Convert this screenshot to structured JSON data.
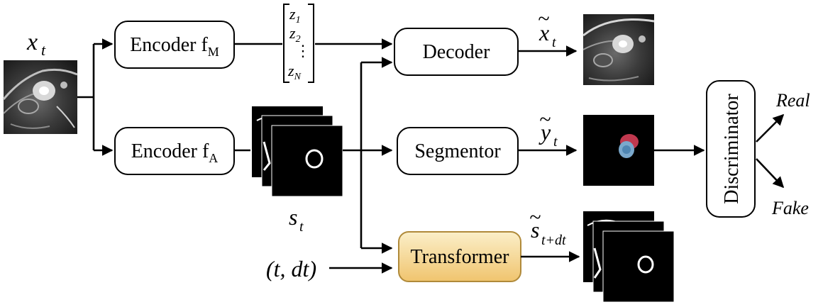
{
  "inputs": {
    "x_t": {
      "base": "x",
      "sub": "t"
    },
    "time_input": "(t, dt)"
  },
  "modules": {
    "encoder_m": {
      "label": "Encoder f",
      "sub": "M"
    },
    "encoder_a": {
      "label": "Encoder f",
      "sub": "A"
    },
    "decoder": {
      "label": "Decoder"
    },
    "segmentor": {
      "label": "Segmentor"
    },
    "transformer": {
      "label": "Transformer"
    },
    "discriminator": {
      "label": "Discriminator"
    }
  },
  "latent_vector": {
    "entries": [
      {
        "base": "z",
        "sub": "1"
      },
      {
        "base": "z",
        "sub": "2"
      },
      {
        "base": "⋮",
        "sub": ""
      },
      {
        "base": "z",
        "sub": "N"
      }
    ]
  },
  "outputs": {
    "x_tilde": {
      "base": "x",
      "accent": "~",
      "sub": "t"
    },
    "y_tilde": {
      "base": "y",
      "accent": "~",
      "sub": "t"
    },
    "s_t": {
      "base": "s",
      "sub": "t"
    },
    "s_tilde": {
      "base": "s",
      "accent": "~",
      "sub": "t+dt"
    }
  },
  "discriminator_outputs": {
    "real": "Real",
    "fake": "Fake"
  },
  "colors": {
    "transformer_fill_top": "#fbefc9",
    "transformer_fill_bottom": "#f0c46e",
    "transformer_stroke": "#b08a3a",
    "segmentation_red": "#c0384e",
    "segmentation_blue": "#7aa8cc",
    "anatomy_bg": "#000000",
    "anatomy_ring": "#ffffff"
  }
}
